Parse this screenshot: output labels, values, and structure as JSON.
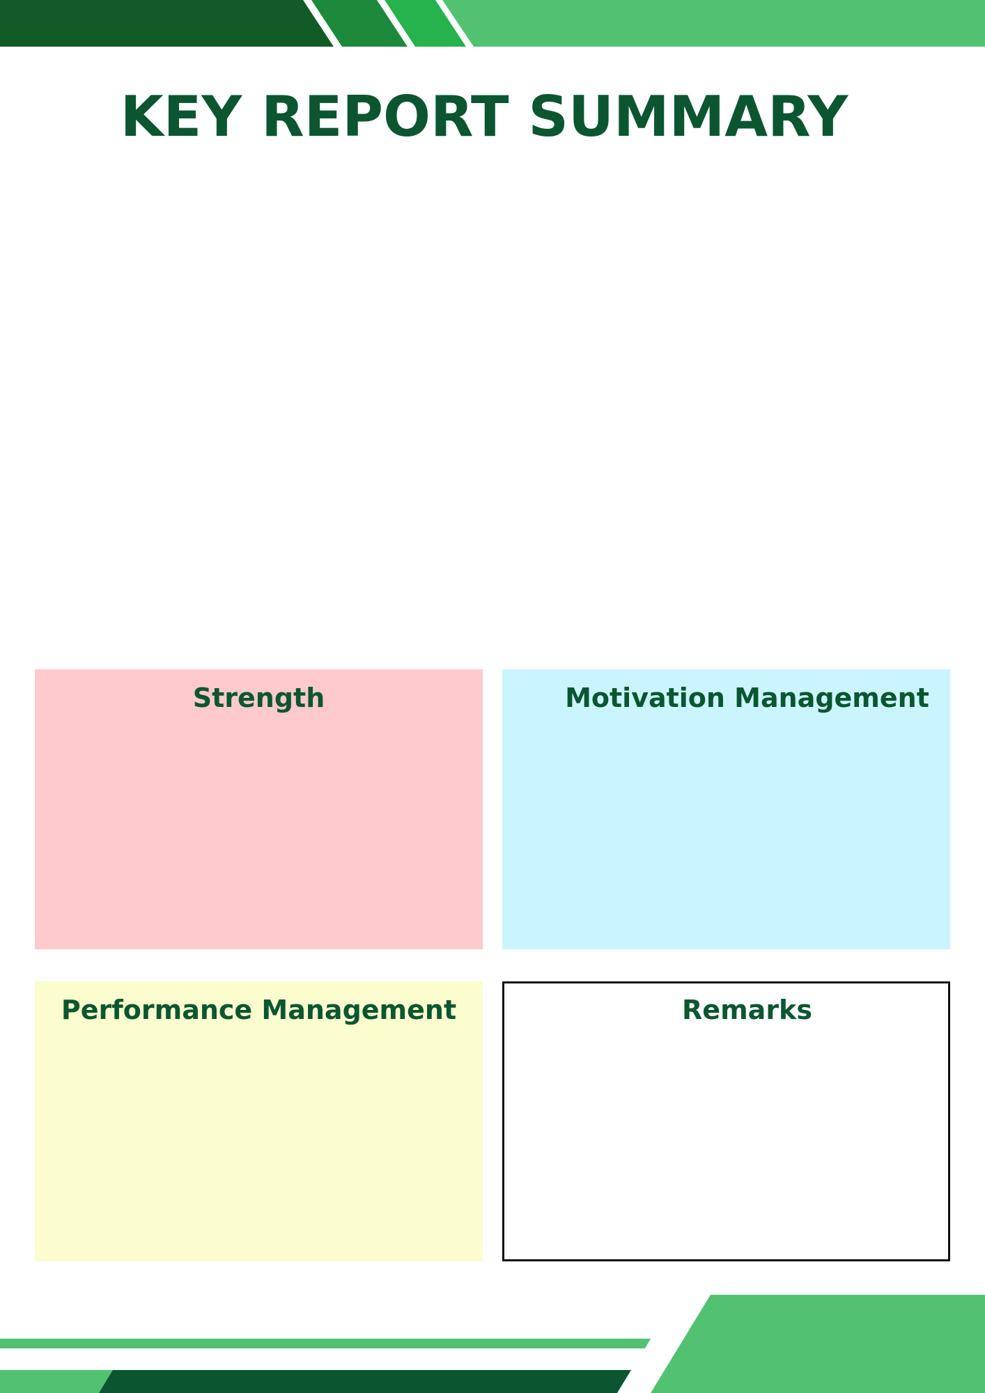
{
  "colors": {
    "title": "#0b5631",
    "header_dark": "#135a29",
    "header_mid": "#1d8a3b",
    "header_bright": "#26b24c",
    "header_light": "#52c272",
    "footer_dark": "#0b5631",
    "footer_light": "#52c272"
  },
  "document": {
    "title": "KEY REPORT SUMMARY"
  },
  "panels": [
    {
      "heading": "Strength",
      "background": "#fecacb",
      "body": ""
    },
    {
      "heading": "Motivation Management",
      "background": "#cbf5fe",
      "body": ""
    },
    {
      "heading": "Performance Management",
      "background": "#fcfdcf",
      "body": ""
    },
    {
      "heading": "Remarks",
      "background": "#ffffff",
      "body": ""
    }
  ]
}
